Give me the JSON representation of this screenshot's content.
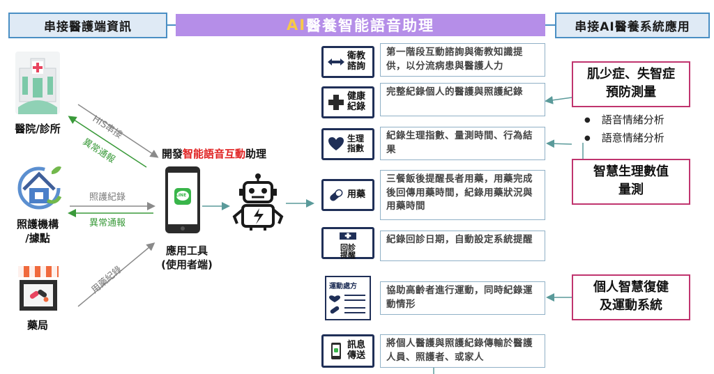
{
  "header": {
    "left": "串接醫護端資訊",
    "center_prefix": "AI",
    "center_rest": "醫養智能語音助理",
    "right": "串接AI醫養系統應用"
  },
  "left_entities": [
    {
      "label": "醫院/診所",
      "icon": "hospital-icon"
    },
    {
      "label": "照護機構\n/據點",
      "icon": "care-house-icon"
    },
    {
      "label": "藥局",
      "icon": "pharmacy-icon"
    }
  ],
  "arrow_labels": {
    "his": "HIS串接",
    "anomaly_hospital": "異常通報",
    "care_record": "照護紀錄",
    "anomaly_care": "異常通報",
    "medication_record": "用藥紀錄"
  },
  "center": {
    "dev_prefix": "開發",
    "dev_highlight": "智能語音互動",
    "dev_suffix": "助理",
    "tool_label": "應用工具\n(使用者端)",
    "phone_app": "LINE"
  },
  "features": [
    {
      "icon_label": "衛教\n諮詢",
      "icon": "arrows-icon",
      "text": "第一階段互動諮詢與衛教知識提供，以分流病患與醫護人力"
    },
    {
      "icon_label": "健康\n紀錄",
      "icon": "medical-cross-icon",
      "text": "完整紀錄個人的醫護與照護紀錄"
    },
    {
      "icon_label": "生理\n指數",
      "icon": "heart-icon",
      "text": "紀錄生理指數、量測時間、行為結果"
    },
    {
      "icon_label": "用藥",
      "icon": "pill-icon",
      "text": "三餐飯後提醒長者用藥，用藥完成後回傳用藥時間，紀錄用藥狀況與用藥時間"
    },
    {
      "icon_label": "回診\n提醒",
      "icon": "clinic-icon",
      "text": "紀錄回診日期，自動設定系統提醒"
    },
    {
      "icon_label": "運動處方",
      "icon": "prescription-icon",
      "text": "協助高齡者進行運動，同時紀錄運動情形"
    },
    {
      "icon_label": "訊息\n傳送",
      "icon": "phone-icon",
      "text": "將個人醫護與照護紀錄傳輸於醫護人員、照護者、或家人"
    }
  ],
  "callouts": [
    {
      "text": "肌少症、失智症\n預防測量"
    },
    {
      "text": "智慧生理數值\n量測"
    },
    {
      "text": "個人智慧復健\n及運動系統"
    }
  ],
  "bullets": [
    "語音情緒分析",
    "語意情緒分析"
  ],
  "colors": {
    "header_border": "#4a8fc4",
    "header_bg": "#dfeaf5",
    "center_header": "#b58ee8",
    "ai_yellow": "#f7c948",
    "highlight_red": "#e02020",
    "icon_navy": "#1f2f57",
    "callout_border": "#c0346e",
    "green_arrow": "#3a9a3a",
    "teal_arrow": "#4f9a9a"
  }
}
